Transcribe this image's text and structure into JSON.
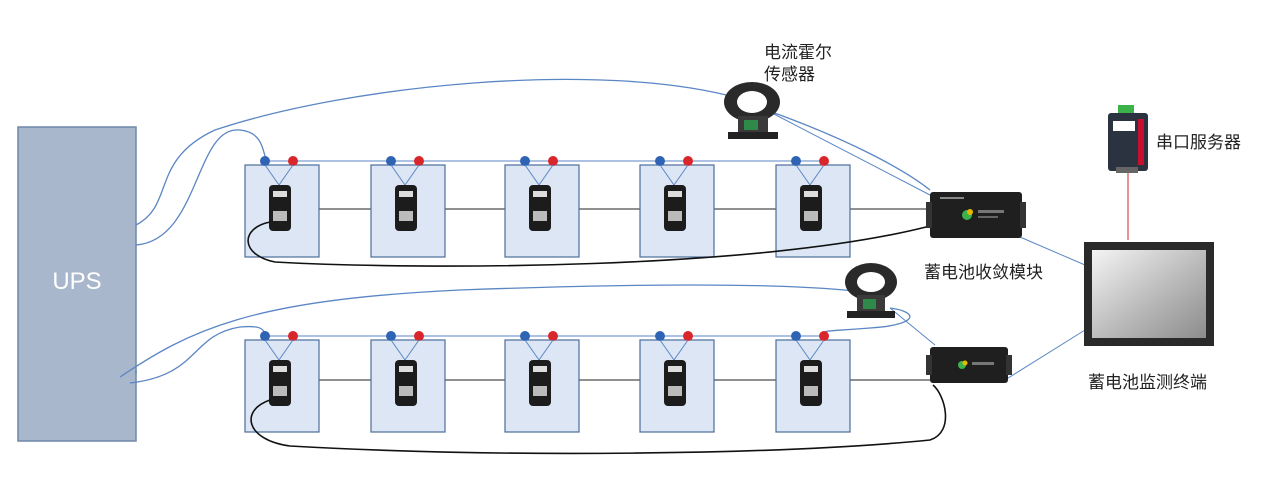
{
  "ups": {
    "label": "UPS",
    "fill": "#a9b7cc",
    "stroke": "#6f87aa"
  },
  "labels": {
    "hall_sensor_line1": "电流霍尔",
    "hall_sensor_line2": "传感器",
    "serial_server": "串口服务器",
    "converge_module": "蓄电池收敛模块",
    "monitor_terminal": "蓄电池监测终端"
  },
  "battery_rows": [
    {
      "row": 1,
      "count": 5
    },
    {
      "row": 2,
      "count": 5
    }
  ],
  "colors": {
    "cell_fill": "#dce6f4",
    "cell_stroke": "#4d6d9a",
    "wire_blue": "#5b86c4",
    "terminal_pos": "#d9262a",
    "terminal_neg": "#2f64b5",
    "signal_red": "#d9262a"
  }
}
